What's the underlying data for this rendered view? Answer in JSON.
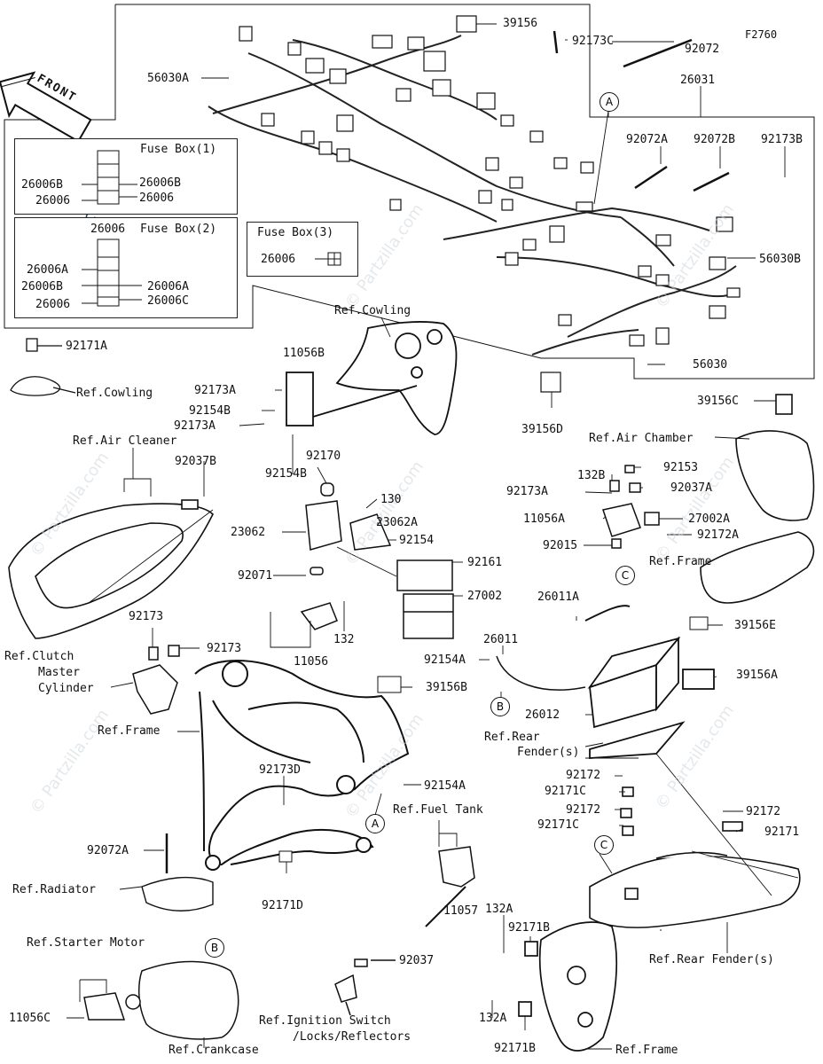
{
  "figure_code": "F2760",
  "front_label": "FRONT",
  "watermark": "© Partzilla.com",
  "fuse_boxes": [
    {
      "title": "Fuse Box(1)",
      "labels": [
        "26006B",
        "26006B",
        "26006",
        "26006"
      ]
    },
    {
      "title": "Fuse Box(2)",
      "labels": [
        "26006",
        "26006A",
        "26006B",
        "26006",
        "26006A",
        "26006C"
      ]
    },
    {
      "title": "Fuse Box(3)",
      "labels": [
        "26006"
      ]
    }
  ],
  "callouts": {
    "c39156": "39156",
    "c92173C": "92173C",
    "c92072": "92072",
    "c56030A": "56030A",
    "c26031": "26031",
    "c92072A_top": "92072A",
    "c92072B": "92072B",
    "c92173B": "92173B",
    "c56030B": "56030B",
    "c56030": "56030",
    "c39156D": "39156D",
    "c92171A": "92171A",
    "ref_cowling_1": "Ref.Cowling",
    "ref_cowling_2": "Ref.Cowling",
    "c11056B": "11056B",
    "c92173A_1": "92173A",
    "c92154B_1": "92154B",
    "c92173A_2": "92173A",
    "c92154B_2": "92154B",
    "ref_air_cleaner": "Ref.Air Cleaner",
    "c92037B": "92037B",
    "c92170": "92170",
    "c130": "130",
    "c23062A": "23062A",
    "c23062": "23062",
    "c92154": "92154",
    "c92161": "92161",
    "c92071": "92071",
    "c27002": "27002",
    "c132": "132",
    "c11056": "11056",
    "c39156C": "39156C",
    "ref_air_chamber": "Ref.Air Chamber",
    "c132B": "132B",
    "c92153": "92153",
    "c92173A_3": "92173A",
    "c92037A": "92037A",
    "c11056A": "11056A",
    "c27002A": "27002A",
    "c92172A": "92172A",
    "c92015": "92015",
    "ref_frame_right": "Ref.Frame",
    "c39156E": "39156E",
    "c26011A": "26011A",
    "c26011": "26011",
    "c92154A_1": "92154A",
    "c39156A": "39156A",
    "c26012": "26012",
    "ref_rear_fender_1": "Ref.Rear",
    "ref_rear_fender_2": "Fender(s)",
    "c92173": "92173",
    "c92173_b": "92173",
    "ref_clutch_1": "Ref.Clutch",
    "ref_clutch_2": "Master",
    "ref_clutch_3": "Cylinder",
    "ref_frame_left": "Ref.Frame",
    "c39156B": "39156B",
    "c92173D": "92173D",
    "c92154A_2": "92154A",
    "ref_fuel_tank": "Ref.Fuel Tank",
    "c92072A": "92072A",
    "ref_radiator": "Ref.Radiator",
    "c92171D": "92171D",
    "c11057": "11057",
    "c92172_1": "92172",
    "c92171C_1": "92171C",
    "c92172_2": "92172",
    "c92171C_2": "92171C",
    "c92172_3": "92172",
    "c92171": "92171",
    "ref_rear_fender_bottom": "Ref.Rear Fender(s)",
    "ref_starter_motor": "Ref.Starter Motor",
    "c11056C": "11056C",
    "ref_crankcase": "Ref.Crankcase",
    "c92037": "92037",
    "ref_ignition_1": "Ref.Ignition Switch",
    "ref_ignition_2": "/Locks/Reflectors",
    "c132A_1": "132A",
    "c92171B_1": "92171B",
    "c132A_2": "132A",
    "c92171B_2": "92171B",
    "ref_frame_bottom": "Ref.Frame"
  },
  "circle_markers": {
    "a1": "A",
    "a2": "A",
    "b1": "B",
    "b2": "B",
    "c1": "C",
    "c2": "C"
  }
}
